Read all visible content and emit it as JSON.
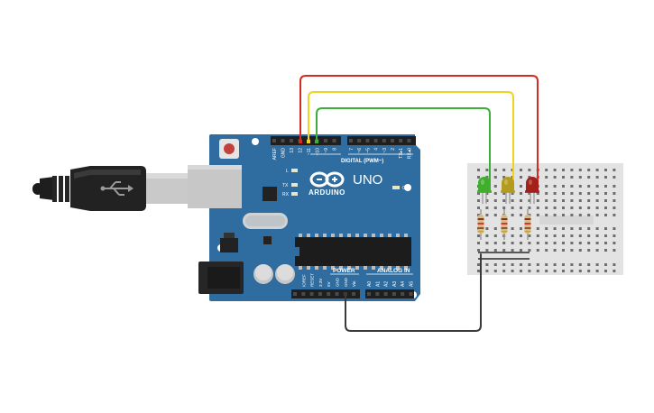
{
  "board": {
    "brand": "ARDUINO",
    "model": "UNO",
    "on_label": "ON",
    "tx_label": "TX",
    "rx_label": "RX",
    "l_label": "L",
    "digital_label": "DIGITAL (PWM~)",
    "power_label": "POWER",
    "analog_label": "ANALOG IN",
    "top_pins": [
      "AREF",
      "GND",
      "13",
      "12",
      "~11",
      "~10",
      "~9",
      "8",
      "7",
      "~6",
      "~5",
      "4",
      "~3",
      "2",
      "TX▸1",
      "RX◂0"
    ],
    "power_pins": [
      "IOREF",
      "RESET",
      "3.3V",
      "5V",
      "GND",
      "GND",
      "Vin"
    ],
    "analog_pins": [
      "A0",
      "A1",
      "A2",
      "A3",
      "A4",
      "A5"
    ],
    "color": "#2f6da0"
  },
  "wires": [
    {
      "name": "red-wire",
      "color": "#d42c23"
    },
    {
      "name": "yellow-wire",
      "color": "#f2d21b"
    },
    {
      "name": "green-wire",
      "color": "#3cae3a"
    },
    {
      "name": "ground-wire",
      "color": "#3a3a3a"
    }
  ],
  "leds": [
    {
      "name": "green-led",
      "color": "#3fae2a"
    },
    {
      "name": "yellow-led",
      "color": "#b39b1c"
    },
    {
      "name": "red-led",
      "color": "#a3201b"
    }
  ]
}
